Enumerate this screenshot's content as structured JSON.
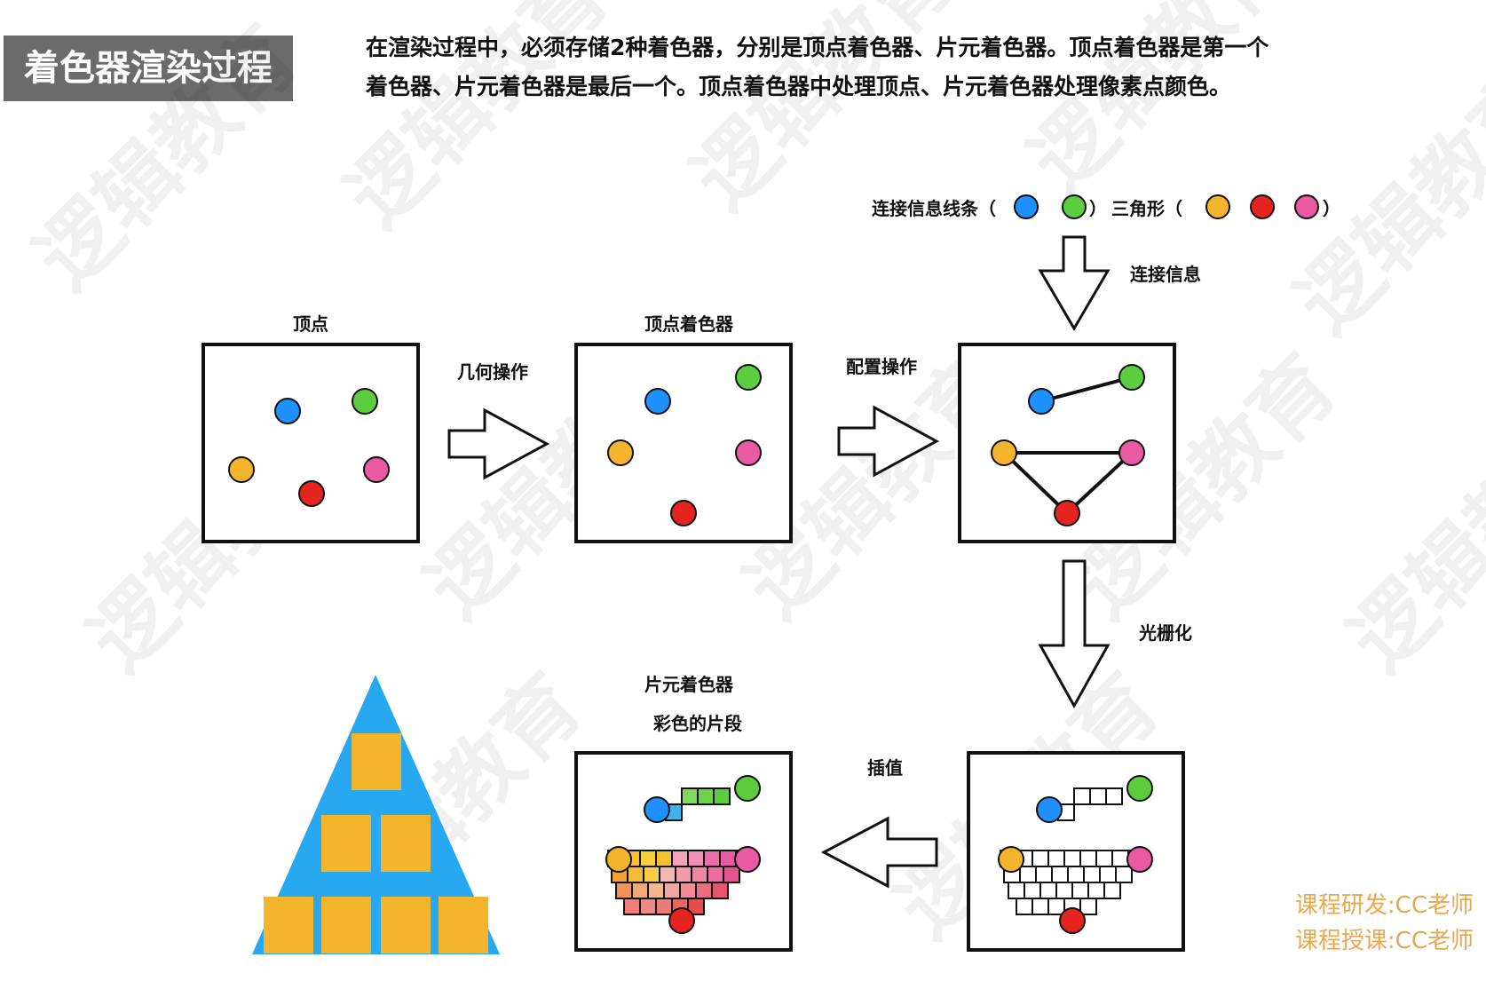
{
  "title": "着色器渲染过程",
  "description": {
    "line1": "在渲染过程中，必须存储2种着色器，分别是顶点着色器、片元着色器。顶点着色器是第一个",
    "line2": "着色器、片元着色器是最后一个。顶点着色器中处理顶点、片元着色器处理像素点颜色。"
  },
  "legend": {
    "lines_label": "连接信息线条（",
    "lines_close": "）",
    "triangle_label": "三角形（",
    "triangle_close": "）"
  },
  "labels": {
    "connect_info": "连接信息",
    "vertices": "顶点",
    "geometry_op": "几何操作",
    "vertex_shader": "顶点着色器",
    "config_op": "配置操作",
    "rasterize": "光栅化",
    "fragment_shader": "片元着色器",
    "colored_fragments": "彩色的片段",
    "interpolate": "插值"
  },
  "watermark": "逻辑教育",
  "credits": {
    "dev": "课程研发:CC老师",
    "teach": "课程授课:CC老师"
  },
  "colors": {
    "blue": "#1e90ff",
    "green": "#5ccd3f",
    "orange": "#f4b52d",
    "red": "#e5241f",
    "pink": "#e95aa3",
    "tri_blue": "#29a8f2",
    "block_orange": "#f4b52d",
    "credit": "#e9a84f",
    "title_bg": "#6b6b6b"
  }
}
